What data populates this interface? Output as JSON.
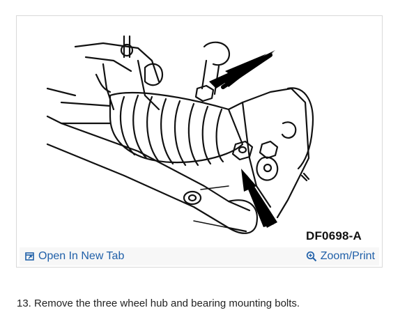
{
  "figure": {
    "code": "DF0698-A",
    "open_tab_label": "Open In New Tab",
    "zoom_label": "Zoom/Print",
    "link_color": "#1f5fa8"
  },
  "icons": {
    "open_tab": "open-new-tab-icon",
    "zoom": "magnifier-icon"
  },
  "caption": {
    "text": "13. Remove the three wheel hub and bearing mounting bolts."
  }
}
